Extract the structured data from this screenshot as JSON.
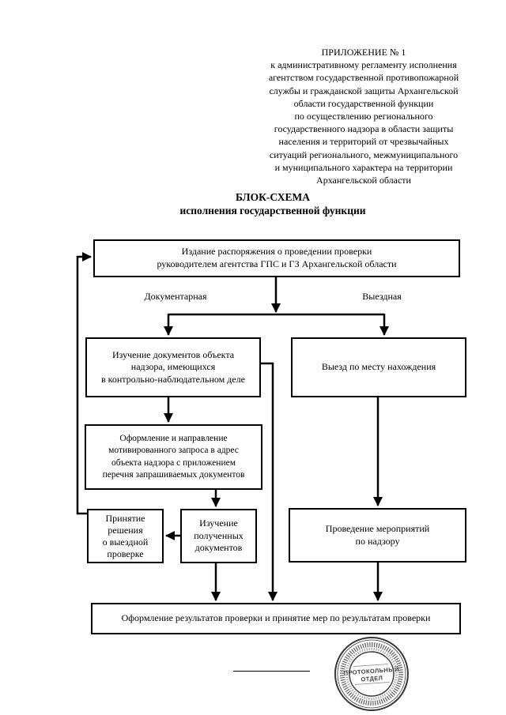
{
  "document": {
    "appendix_lines": [
      "ПРИЛОЖЕНИЕ № 1",
      "к административному регламенту исполнения",
      "агентством государственной противопожарной",
      "службы и гражданской защиты Архангельской",
      "области государственной функции",
      "по осуществлению регионального",
      "государственного надзора в области защиты",
      "населения и территорий от чрезвычайных",
      "ситуаций регионального, межмуниципального",
      "и муниципального характера на территории",
      "Архангельской области"
    ],
    "title_line1": "БЛОК-СХЕМА",
    "title_line2": "исполнения государственной функции"
  },
  "flowchart": {
    "branch_labels": {
      "documentary": "Документарная",
      "field": "Выездная"
    },
    "boxes": {
      "issue_order": [
        "Издание распоряжения о проведении проверки",
        "руководителем агентства ГПС и ГЗ Архангельской области"
      ],
      "study_case_documents": [
        "Изучение документов объекта",
        "надзора, имеющихся",
        "в контрольно-наблюдательном деле"
      ],
      "field_visit": [
        "Выезд по месту нахождения"
      ],
      "send_request": [
        "Оформление и направление",
        "мотивированного запроса в адрес",
        "объекта надзора с приложением",
        "перечня запрашиваемых документов"
      ],
      "decide_field_check": [
        "Принятие",
        "решения",
        "о выездной",
        "проверке"
      ],
      "study_received_documents": [
        "Изучение",
        "полученных",
        "документов"
      ],
      "supervision_activities": [
        "Проведение мероприятий",
        "по надзору"
      ],
      "results": [
        "Оформление результатов проверки и принятие мер по результатам проверки"
      ]
    }
  },
  "stamp": {
    "center_line1": "ПРОТОКОЛЬНЫЙ",
    "center_line2": "ОТДЕЛ"
  }
}
